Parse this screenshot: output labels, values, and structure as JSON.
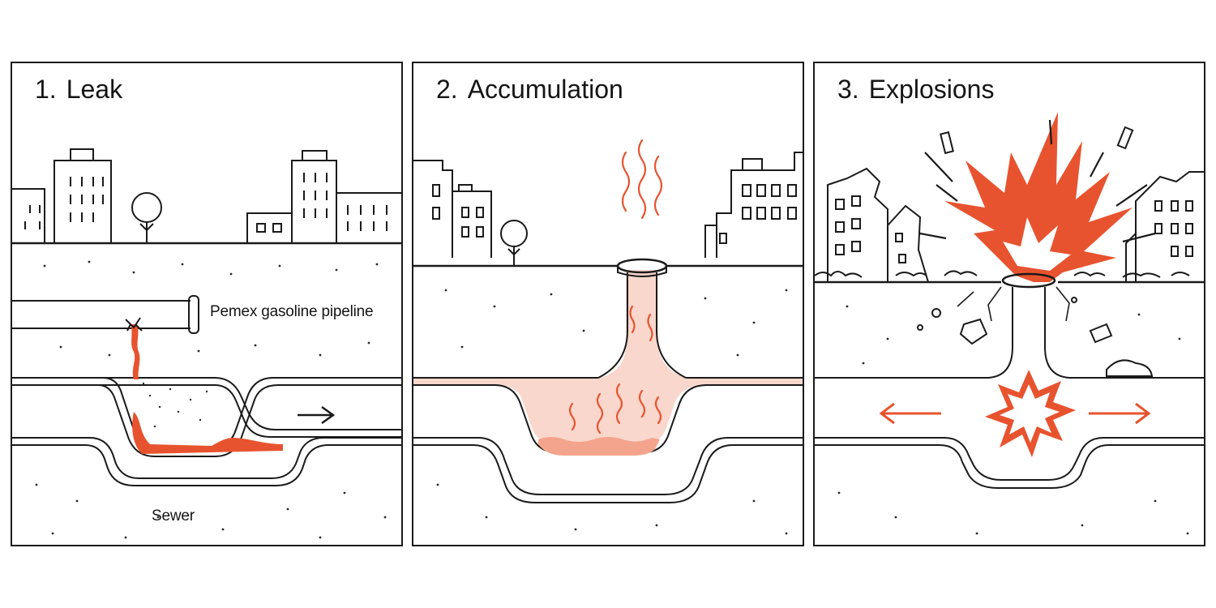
{
  "colors": {
    "ink": "#1a1a1a",
    "accent": "#e8532f",
    "accent_light": "#f7c9bb",
    "ground_dot": "#2a2a2a"
  },
  "panels": [
    {
      "number": "1.",
      "title": "Leak",
      "labels": {
        "pipeline": "Pemex gasoline pipeline",
        "sewer": "Sewer"
      }
    },
    {
      "number": "2.",
      "title": "Accumulation"
    },
    {
      "number": "3.",
      "title": "Explosions"
    }
  ]
}
